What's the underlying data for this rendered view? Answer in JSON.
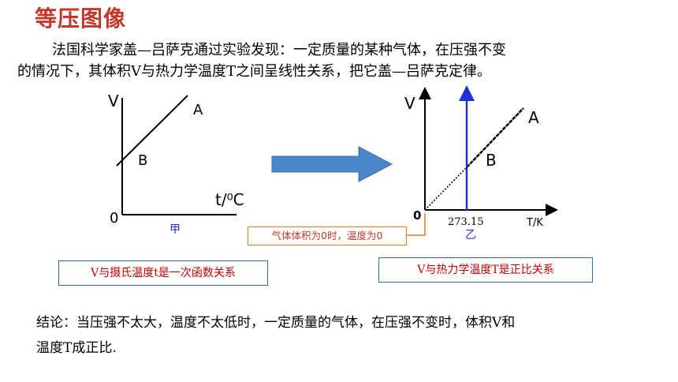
{
  "title": "等压图像",
  "intro": {
    "line1": "法国科学家盖—吕萨克通过实验发现：一定质量的某种气体，在压强不变",
    "line2": "的情况下，其体积V与热力学温度T之间呈线性关系，把它盖—吕萨克定律。"
  },
  "graph_left": {
    "y_axis_label": "V",
    "x_axis_label": "t/⁰C",
    "origin_label": "0",
    "point_a": "A",
    "point_b": "B",
    "caption": "甲"
  },
  "graph_right": {
    "y_axis_label": "V",
    "x_axis_label": "T/K",
    "origin_label": "0",
    "point_a": "A",
    "point_b": "B",
    "tick_label": "273.15",
    "caption": "乙"
  },
  "note": "气体体积为0时，温度为0",
  "box_left": "V与摄氏温度t是一次函数关系",
  "box_right": "V与热力学温度T是正比关系",
  "conclusion": {
    "line1": "结论：当压强不太大，温度不太低时，一定质量的气体，在压强不变时，体积V和",
    "line2": "温度T成正比."
  },
  "colors": {
    "title": "#c0392b",
    "arrow_fill": "#4a86c8",
    "blue_line": "#1f2fd0",
    "note_border": "#d9822b",
    "box_border": "#2f6db5",
    "box_text": "#c00000"
  }
}
